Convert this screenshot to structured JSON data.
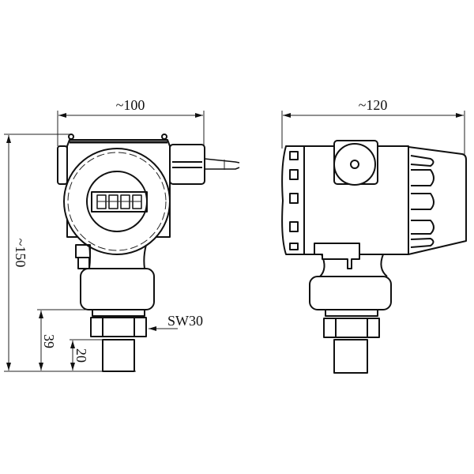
{
  "front_view": {
    "width_label": "~100",
    "height_label": "~150",
    "dim_39_label": "39",
    "dim_20_label": "20",
    "hex_label": "SW30",
    "display_digits": "8888"
  },
  "side_view": {
    "width_label": "~120"
  },
  "colors": {
    "line": "#111111",
    "background": "#ffffff"
  }
}
